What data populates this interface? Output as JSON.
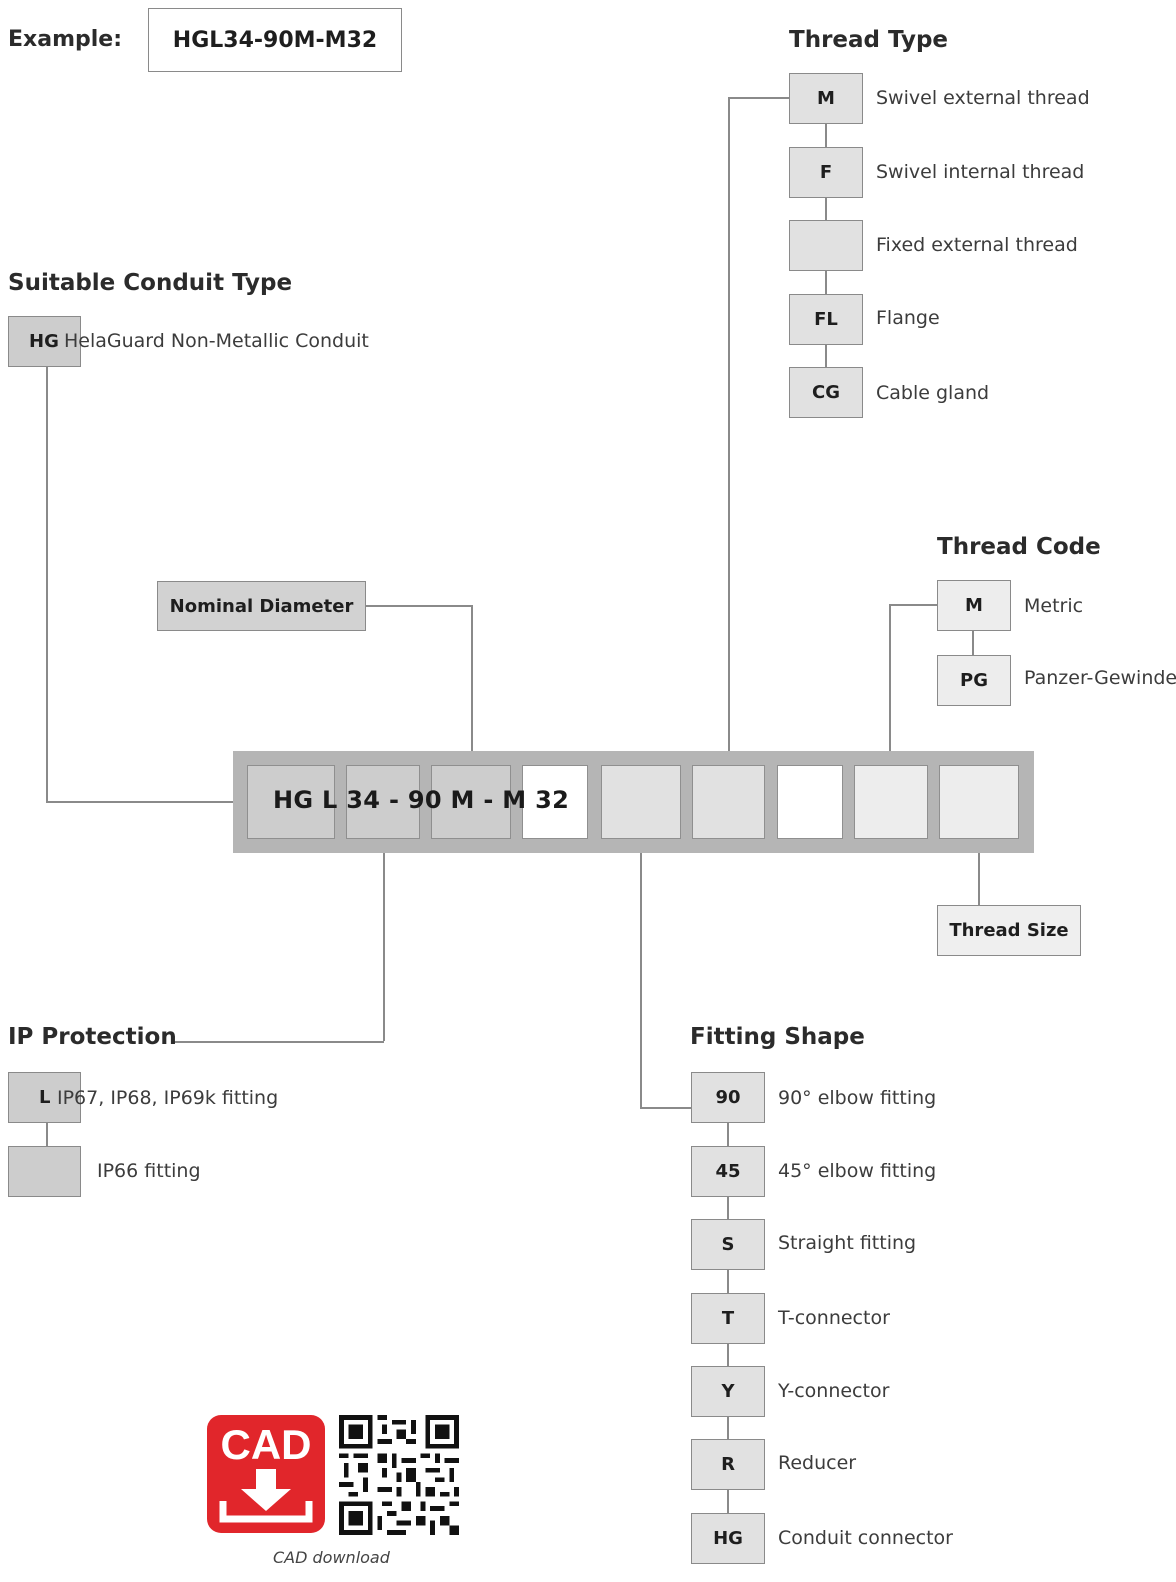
{
  "example": {
    "label": "Example:",
    "code": "HGL34-90M-M32"
  },
  "thread_type": {
    "title": "Thread Type",
    "items": [
      {
        "code": "M",
        "desc": "Swivel external thread"
      },
      {
        "code": "F",
        "desc": "Swivel internal thread"
      },
      {
        "code": "",
        "desc": "Fixed external thread"
      },
      {
        "code": "FL",
        "desc": "Flange"
      },
      {
        "code": "CG",
        "desc": "Cable gland"
      }
    ]
  },
  "conduit_type": {
    "title": "Suitable Conduit Type",
    "items": [
      {
        "code": "HG",
        "desc": "HelaGuard Non-Metallic Conduit"
      }
    ]
  },
  "nominal_diameter": {
    "label": "Nominal Diameter"
  },
  "thread_code": {
    "title": "Thread Code",
    "items": [
      {
        "code": "M",
        "desc": "Metric"
      },
      {
        "code": "PG",
        "desc": "Panzer-Gewinde"
      }
    ]
  },
  "code_bar": {
    "text": "HG L 34 - 90 M - M 32"
  },
  "thread_size": {
    "label": "Thread Size"
  },
  "ip_protection": {
    "title": "IP Protection",
    "items": [
      {
        "code": "L",
        "desc": "IP67, IP68, IP69k fitting"
      },
      {
        "code": "",
        "desc": "IP66 fitting"
      }
    ]
  },
  "fitting_shape": {
    "title": "Fitting Shape",
    "items": [
      {
        "code": "90",
        "desc": "90° elbow fitting"
      },
      {
        "code": "45",
        "desc": "45° elbow fitting"
      },
      {
        "code": "S",
        "desc": "Straight fitting"
      },
      {
        "code": "T",
        "desc": "T-connector"
      },
      {
        "code": "Y",
        "desc": "Y-connector"
      },
      {
        "code": "R",
        "desc": "Reducer"
      },
      {
        "code": "HG",
        "desc": "Conduit connector"
      }
    ]
  },
  "cad": {
    "logo_text": "CAD",
    "caption": "CAD download"
  },
  "colors": {
    "cad_red": "#e1262b",
    "line_gray": "#8a8a8a",
    "bar_gray": "#b5b5b5"
  }
}
